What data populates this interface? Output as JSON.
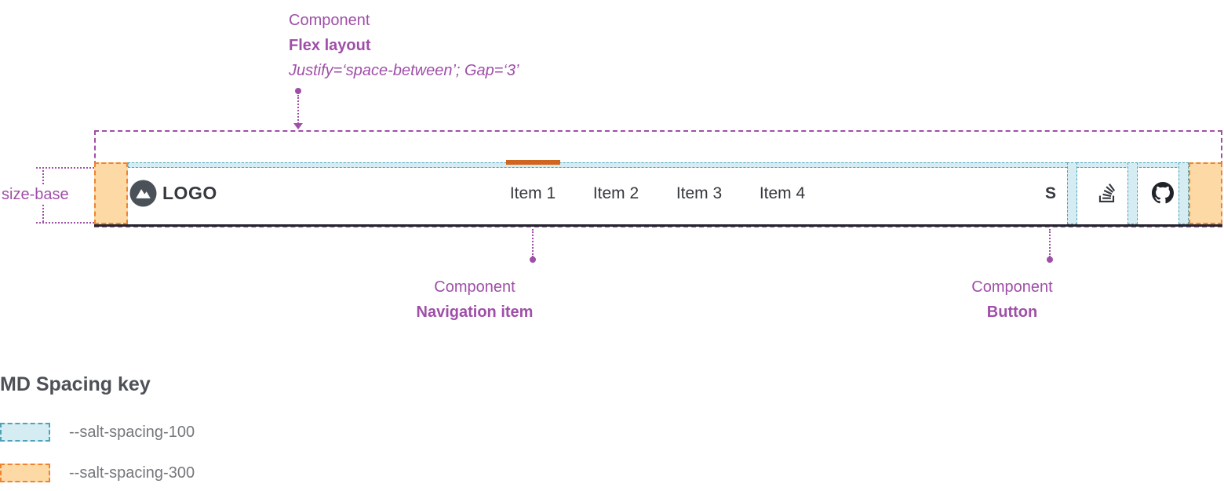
{
  "annotations": {
    "flex_layout": {
      "line1": "Component",
      "line2": "Flex layout",
      "line3": "Justify=‘space-between’; Gap=‘3’"
    },
    "navigation_item": {
      "line1": "Component",
      "line2": "Navigation item"
    },
    "button": {
      "line1": "Component",
      "line2": "Button"
    },
    "size_base_label": "size-base"
  },
  "header": {
    "logo_text": "LOGO",
    "nav_items": [
      {
        "label": "Item 1",
        "active": true
      },
      {
        "label": "Item 2",
        "active": false
      },
      {
        "label": "Item 3",
        "active": false
      },
      {
        "label": "Item 4",
        "active": false
      }
    ],
    "actions": [
      {
        "name": "s-button",
        "glyph": "S"
      },
      {
        "name": "stackoverflow-button"
      },
      {
        "name": "github-button"
      }
    ]
  },
  "legend": {
    "title": "MD Spacing key",
    "items": [
      {
        "label": "--salt-spacing-100",
        "fill": "#d4ecf2",
        "border": "#4da3b8"
      },
      {
        "label": "--salt-spacing-300",
        "fill": "#fcd9a5",
        "border": "#ee8430"
      }
    ]
  },
  "colors": {
    "annotation_purple": "#9f4fa8",
    "active_indicator_orange": "#d2651e",
    "header_text": "#35383e",
    "header_bottom_border": "#24262c"
  }
}
